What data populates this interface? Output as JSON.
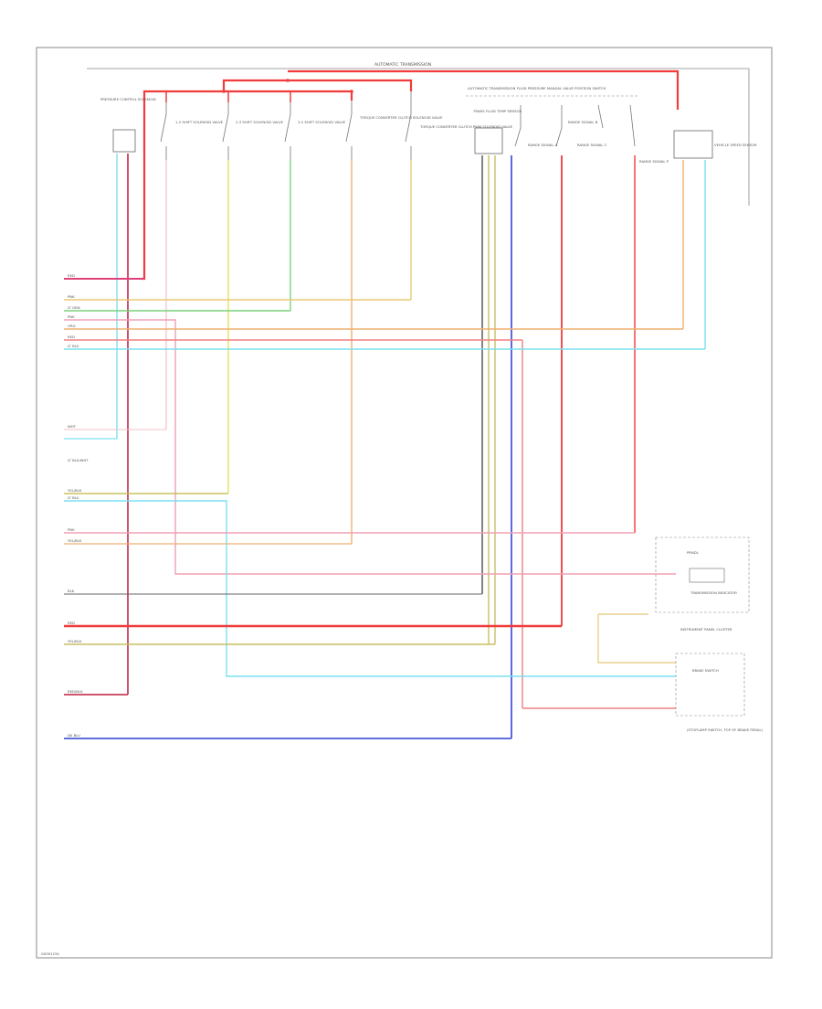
{
  "header": {
    "title": "AUTOMATIC TRANSMISSION"
  },
  "footer": {
    "page_code": "G0001234"
  },
  "colors": {
    "red": "#f03c3c",
    "pink": "#f0a0b4",
    "lightgreen": "#7ad47a",
    "yellow": "#e8e060",
    "orange": "#f0b070",
    "lightblue": "#7ae0f0",
    "tan": "#e0c878",
    "blue": "#4a58d8",
    "black": "#333333",
    "gray": "#aaaaaa",
    "olive": "#c8c060",
    "salmon": "#f08080"
  },
  "components": {
    "pressure_control": {
      "label": "PRESSURE CONTROL SOLENOID"
    },
    "sol_1": {
      "label": "1-2 SHIFT SOLENOID VALVE"
    },
    "sol_2": {
      "label": "2-3 SHIFT SOLENOID VALVE"
    },
    "sol_3": {
      "label": "3-2 SHIFT SOLENOID VALVE"
    },
    "tcc_enable": {
      "label": "TORQUE CONVERTER CLUTCH SOLENOID VALVE"
    },
    "tcc_pwm": {
      "label": "TORQUE CONVERTER CLUTCH PWM SOLENOID VALVE"
    },
    "pressure_switch_assembly": {
      "label": "AUTOMATIC TRANSMISSION FLUID PRESSURE MANUAL VALVE POSITION SWITCH"
    },
    "temp_sensor": {
      "label": "TRANS FLUID TEMP SENSOR"
    },
    "range_switch": {
      "label": "RANGE SIGNAL A"
    },
    "range_b": {
      "label": "RANGE SIGNAL B"
    },
    "range_c": {
      "label": "RANGE SIGNAL C"
    },
    "range_p": {
      "label": "RANGE SIGNAL P"
    },
    "output_speed": {
      "label": "VEHICLE SPEED SENSOR"
    },
    "instrument_cluster": {
      "label": "INSTRUMENT PANEL CLUSTER",
      "inner": "PRNDL",
      "sub": "TRANSMISSION INDICATOR"
    },
    "brake_switch": {
      "label": "BRAKE SWITCH",
      "sub": "(STOPLAMP SWITCH, TOP OF BRAKE PEDAL)"
    }
  },
  "wire_labels": {
    "w1": "RED",
    "w2": "PNK",
    "w3": "LT GRN",
    "w4": "PNK",
    "w5": "ORG",
    "w6": "RED",
    "w7": "LT BLU",
    "w8": "WHT",
    "w9": "LT BLU/WHT",
    "w10": "YEL/BLK",
    "w11": "LT BLU",
    "w12": "PNK",
    "w13": "YEL/BLK",
    "w14": "BLK",
    "w15": "RED",
    "w16": "YEL/BLK",
    "w17": "RED/BLK",
    "w18": "DK BLU"
  }
}
